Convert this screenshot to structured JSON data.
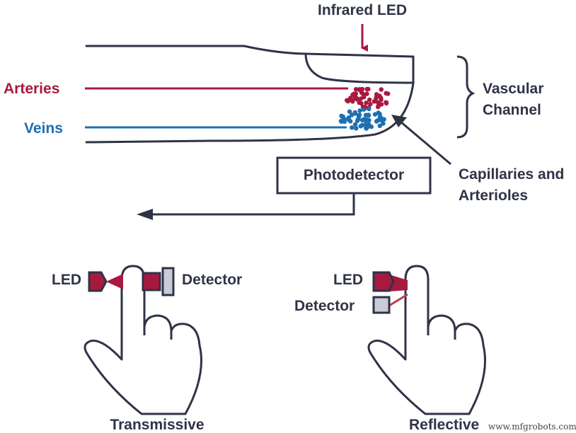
{
  "labels": {
    "infrared_led": "Infrared LED",
    "arteries": "Arteries",
    "veins": "Veins",
    "vascular_1": "Vascular",
    "vascular_2": "Channel",
    "photodetector": "Photodetector",
    "capillaries_1": "Capillaries and",
    "capillaries_2": "Arterioles",
    "led_left": "LED",
    "detector_left": "Detector",
    "led_right": "LED",
    "detector_right": "Detector",
    "transmissive": "Transmissive",
    "reflective": "Reflective",
    "watermark": "www.mfgrobots.com"
  },
  "colors": {
    "outline": "#2f3347",
    "artery": "#a8193f",
    "vein": "#1f6fb0",
    "detector_fill": "#c9ccd6"
  }
}
